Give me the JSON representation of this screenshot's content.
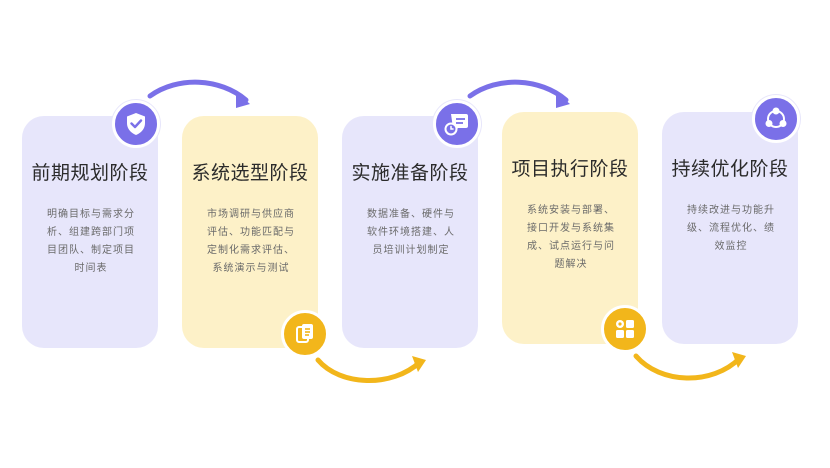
{
  "diagram": {
    "stages": [
      {
        "title": "前期规划阶段",
        "desc_lines": [
          "明确目标与需求分",
          "析、组建跨部门项",
          "目团队、制定项目",
          "时间表"
        ],
        "icon": "shield-check-icon",
        "color": "#7a70e8"
      },
      {
        "title": "系统选型阶段",
        "desc_lines": [
          "市场调研与供应商",
          "评估、功能匹配与",
          "定制化需求评估、",
          "系统演示与测试"
        ],
        "icon": "documents-icon",
        "color": "#f2b61b"
      },
      {
        "title": "实施准备阶段",
        "desc_lines": [
          "数据准备、硬件与",
          "软件环境搭建、人",
          "员培训计划制定"
        ],
        "icon": "chat-clock-icon",
        "color": "#7a70e8"
      },
      {
        "title": "项目执行阶段",
        "desc_lines": [
          "系统安装与部署、",
          "接口开发与系统集",
          "成、试点运行与问",
          "题解决"
        ],
        "icon": "grid-gear-icon",
        "color": "#f2b61b"
      },
      {
        "title": "持续优化阶段",
        "desc_lines": [
          "持续改进与功能升",
          "级、流程优化、绩",
          "效监控"
        ],
        "icon": "network-cycle-icon",
        "color": "#7a70e8"
      }
    ],
    "colors": {
      "purple_card": "#e7e6fb",
      "yellow_card": "#fdf1c8",
      "purple_accent": "#7a70e8",
      "yellow_accent": "#f2b61b",
      "title_text": "#2b2b2b",
      "desc_text": "#6a6a6a"
    }
  }
}
